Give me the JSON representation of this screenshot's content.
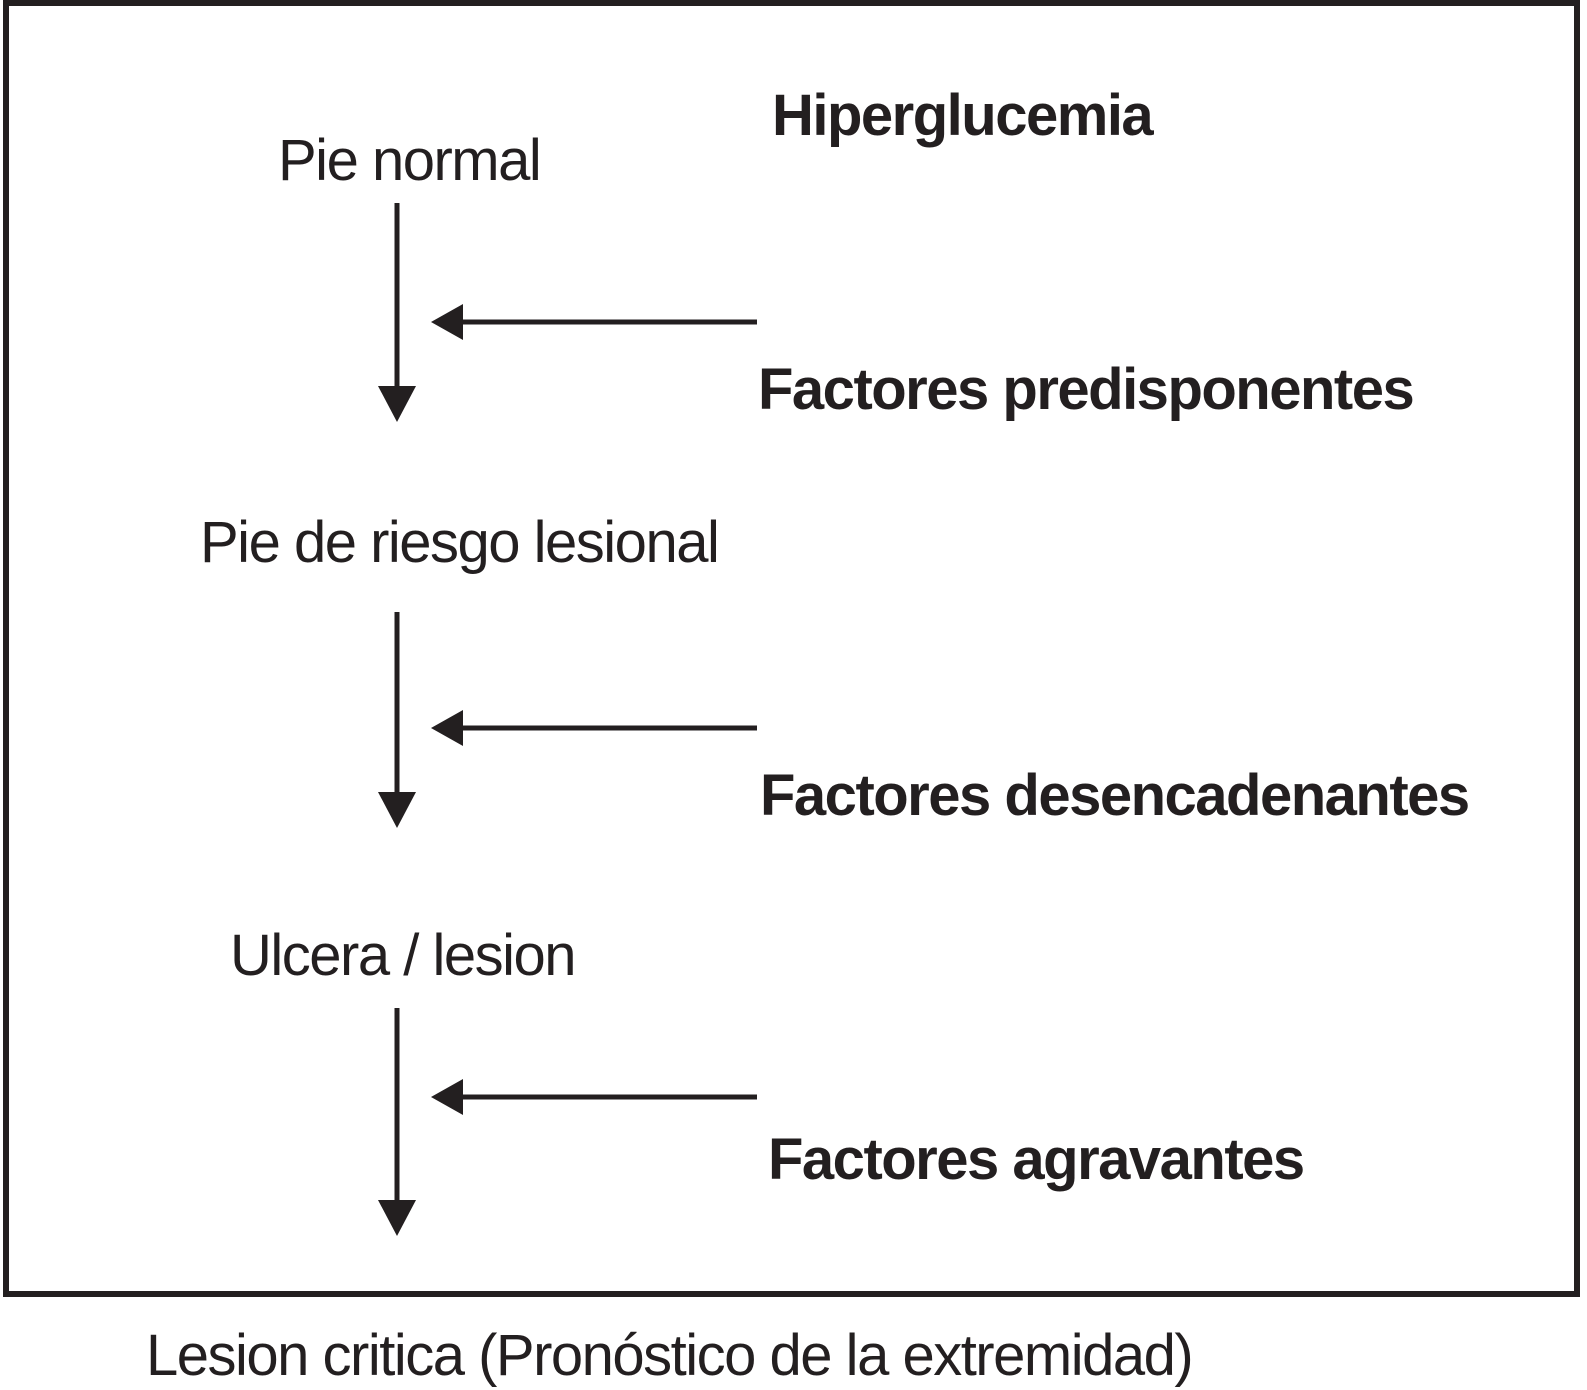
{
  "figure": {
    "background": "#ffffff",
    "ink_color": "#231f20",
    "title": "Hiperglucemia",
    "stages": [
      {
        "label": "Pie normal"
      },
      {
        "label": "Pie de riesgo lesional"
      },
      {
        "label": "Ulcera / lesion"
      }
    ],
    "factors": [
      {
        "label": "Factores predisponentes"
      },
      {
        "label": "Factores desencadenantes"
      },
      {
        "label": "Factores agravantes"
      }
    ],
    "outcome": "Lesion critica (Pronóstico de la extremidad)"
  }
}
